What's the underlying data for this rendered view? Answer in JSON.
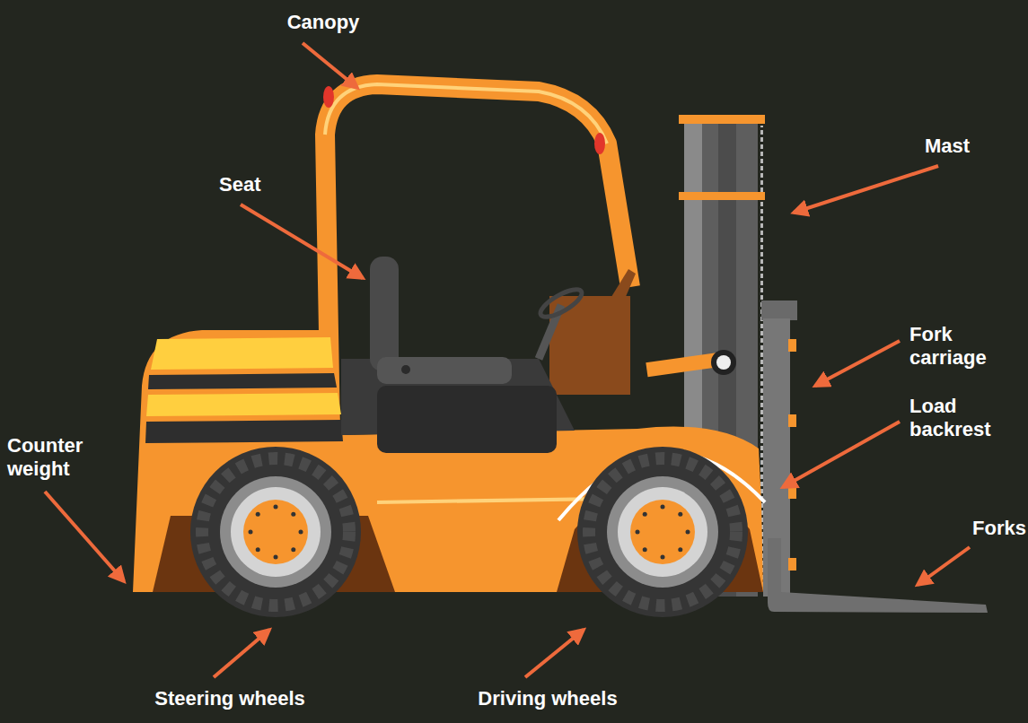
{
  "diagram": {
    "labels": [
      "Canopy",
      "Seat",
      "Mast",
      "Fork carriage",
      "Load backrest",
      "Forks",
      "Counter weight",
      "Steering wheels",
      "Driving wheels"
    ]
  }
}
